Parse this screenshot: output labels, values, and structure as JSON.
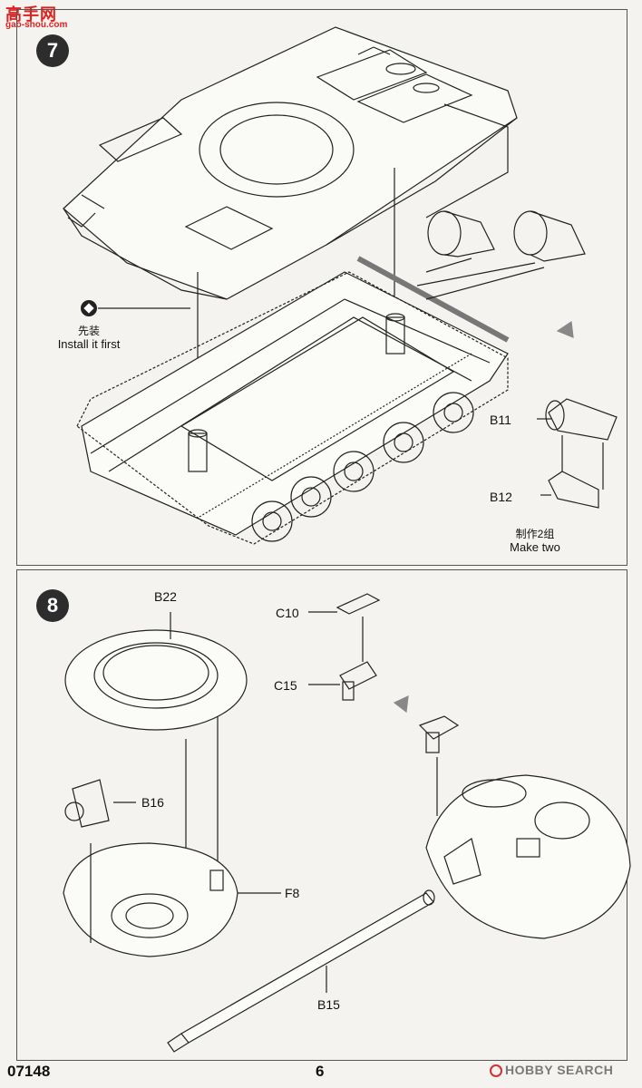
{
  "header": {
    "watermark_title": "高手网",
    "watermark_sub": "gao-shou.com"
  },
  "step7": {
    "number": "7",
    "install_cn": "先装",
    "install_en": "Install it first",
    "label_b11": "B11",
    "label_b12": "B12",
    "make_two_cn": "制作2组",
    "make_two_en": "Make two"
  },
  "step8": {
    "number": "8",
    "label_b22": "B22",
    "label_c10": "C10",
    "label_c15": "C15",
    "label_b16": "B16",
    "label_f8": "F8",
    "label_b15": "B15"
  },
  "footer": {
    "kit_code": "07148",
    "page_number": "6",
    "watermark": "HOBBY SEARCH"
  },
  "icons": [
    "install-first-icon",
    "arrow-direction-icon",
    "hobby-search-logo-icon"
  ],
  "colors": {
    "ink": "#1a1a1a",
    "paper": "#f4f3ef",
    "watermark_red": "#d22222",
    "watermark_gray": "#7a7a7a"
  }
}
